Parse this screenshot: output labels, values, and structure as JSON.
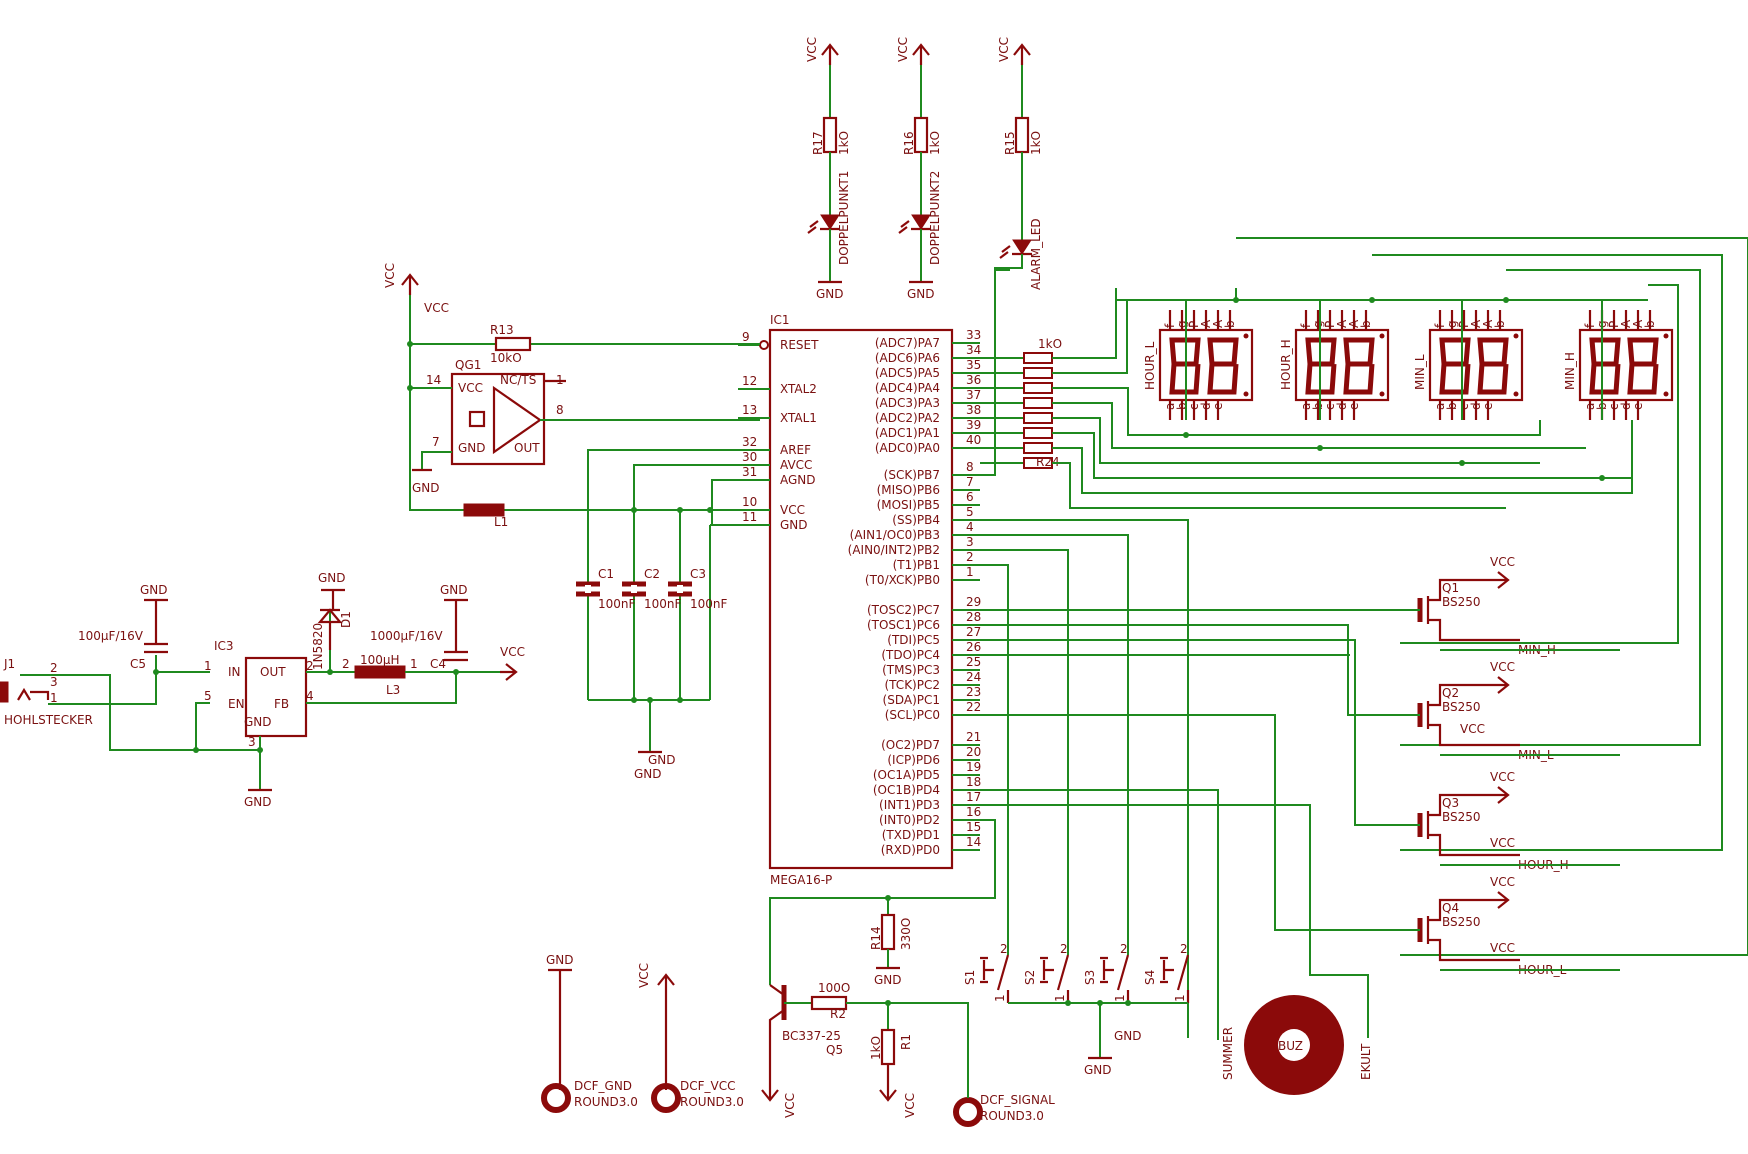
{
  "colors": {
    "wire": "#1f8a1f",
    "part": "#8b0a0a",
    "text": "#7a1010",
    "background": "#ffffff"
  },
  "supply": {
    "vcc": "VCC",
    "gnd": "GND"
  },
  "ic1": {
    "name": "IC1",
    "value": "MEGA16-P",
    "left_pins": [
      {
        "num": "9",
        "label": "RESET"
      },
      {
        "num": "12",
        "label": "XTAL2"
      },
      {
        "num": "13",
        "label": "XTAL1"
      },
      {
        "num": "32",
        "label": "AREF"
      },
      {
        "num": "30",
        "label": "AVCC"
      },
      {
        "num": "31",
        "label": "AGND"
      },
      {
        "num": "10",
        "label": "VCC"
      },
      {
        "num": "11",
        "label": "GND"
      }
    ],
    "right_pins": [
      {
        "num": "33",
        "label": "(ADC7)PA7"
      },
      {
        "num": "34",
        "label": "(ADC6)PA6"
      },
      {
        "num": "35",
        "label": "(ADC5)PA5"
      },
      {
        "num": "36",
        "label": "(ADC4)PA4"
      },
      {
        "num": "37",
        "label": "(ADC3)PA3"
      },
      {
        "num": "38",
        "label": "(ADC2)PA2"
      },
      {
        "num": "39",
        "label": "(ADC1)PA1"
      },
      {
        "num": "40",
        "label": "(ADC0)PA0"
      },
      {
        "num": "8",
        "label": "(SCK)PB7"
      },
      {
        "num": "7",
        "label": "(MISO)PB6"
      },
      {
        "num": "6",
        "label": "(MOSI)PB5"
      },
      {
        "num": "5",
        "label": "(SS)PB4"
      },
      {
        "num": "4",
        "label": "(AIN1/OC0)PB3"
      },
      {
        "num": "3",
        "label": "(AIN0/INT2)PB2"
      },
      {
        "num": "2",
        "label": "(T1)PB1"
      },
      {
        "num": "1",
        "label": "(T0/XCK)PB0"
      },
      {
        "num": "29",
        "label": "(TOSC2)PC7"
      },
      {
        "num": "28",
        "label": "(TOSC1)PC6"
      },
      {
        "num": "27",
        "label": "(TDI)PC5"
      },
      {
        "num": "26",
        "label": "(TDO)PC4"
      },
      {
        "num": "25",
        "label": "(TMS)PC3"
      },
      {
        "num": "24",
        "label": "(TCK)PC2"
      },
      {
        "num": "23",
        "label": "(SDA)PC1"
      },
      {
        "num": "22",
        "label": "(SCL)PC0"
      },
      {
        "num": "21",
        "label": "(OC2)PD7"
      },
      {
        "num": "20",
        "label": "(ICP)PD6"
      },
      {
        "num": "19",
        "label": "(OC1A)PD5"
      },
      {
        "num": "18",
        "label": "(OC1B)PD4"
      },
      {
        "num": "17",
        "label": "(INT1)PD3"
      },
      {
        "num": "16",
        "label": "(INT0)PD2"
      },
      {
        "num": "15",
        "label": "(TXD)PD1"
      },
      {
        "num": "14",
        "label": "(RXD)PD0"
      }
    ]
  },
  "top_leds": [
    {
      "res": "R17",
      "res_val": "1kO",
      "led": "DOPPELPUNKT1"
    },
    {
      "res": "R16",
      "res_val": "1kO",
      "led": "DOPPELPUNKT2"
    },
    {
      "res": "R15",
      "res_val": "1kO",
      "led": "ALARM_LED"
    }
  ],
  "resistor_array": {
    "value": "1kO",
    "name": "R24"
  },
  "displays": [
    "HOUR_L",
    "HOUR_H",
    "MIN_L",
    "MIN_H"
  ],
  "segment_top_pins": [
    "f",
    "g",
    "P",
    "A",
    "A",
    "b"
  ],
  "segment_bottom_pins": [
    "a",
    "b",
    "c",
    "d",
    "e"
  ],
  "transistors": [
    {
      "name": "Q1",
      "value": "BS250",
      "net": "MIN_H",
      "vcc": ""
    },
    {
      "name": "Q2",
      "value": "BS250",
      "net": "MIN_L",
      "vcc": "VCC"
    },
    {
      "name": "Q3",
      "value": "BS250",
      "net": "HOUR_H",
      "vcc": "VCC"
    },
    {
      "name": "Q4",
      "value": "BS250",
      "net": "HOUR_L",
      "vcc": "VCC"
    }
  ],
  "reset_block": {
    "vcc": "VCC",
    "r13": "R13",
    "r13_val": "10kO"
  },
  "oscillator": {
    "name": "QG1",
    "vcc": "VCC",
    "nc": "NC/TS",
    "gnd": "GND",
    "out": "OUT",
    "pin14": "14",
    "pin1": "1",
    "pin7": "7",
    "pin8": "8"
  },
  "inductor_l1": "L1",
  "caps": [
    {
      "name": "C1",
      "value": "100nF"
    },
    {
      "name": "C2",
      "value": "100nF"
    },
    {
      "name": "C3",
      "value": "100nF"
    }
  ],
  "power": {
    "jack": "J1",
    "jack_label": "HOHLSTECKER",
    "jack_pins": [
      "2",
      "3",
      "1"
    ],
    "c5": "C5",
    "c5_val": "100µF/16V",
    "ic3": "IC3",
    "ic3_pins": {
      "in": "IN",
      "out": "OUT",
      "en": "EN",
      "fb": "FB",
      "gnd": "GND"
    },
    "ic3_nums": [
      "1",
      "2",
      "5",
      "4",
      "3"
    ],
    "d1": "D1",
    "d1_val": "1N5820",
    "l3": "L3",
    "l3_val": "100µH",
    "l3_pins": [
      "2",
      "1"
    ],
    "c4": "C4",
    "c4_val": "1000µF/16V"
  },
  "bottom": {
    "r14": "R14",
    "r14_val": "330O",
    "r2": "R2",
    "r2_val": "100O",
    "r1": "R1",
    "r1_val": "1kO",
    "q5": "Q5",
    "q5_val": "BC337-25",
    "pads": [
      {
        "name": "DCF_GND",
        "value": "ROUND3.0"
      },
      {
        "name": "DCF_VCC",
        "value": "ROUND3.0"
      },
      {
        "name": "DCF_SIGNAL",
        "value": "ROUND3.0"
      }
    ]
  },
  "switches": [
    "S1",
    "S2",
    "S3",
    "S4"
  ],
  "switch_pins": [
    "2",
    "1"
  ],
  "buzzer": {
    "label": "SUMMER",
    "inner": "BUZ",
    "right": "EKULT"
  }
}
